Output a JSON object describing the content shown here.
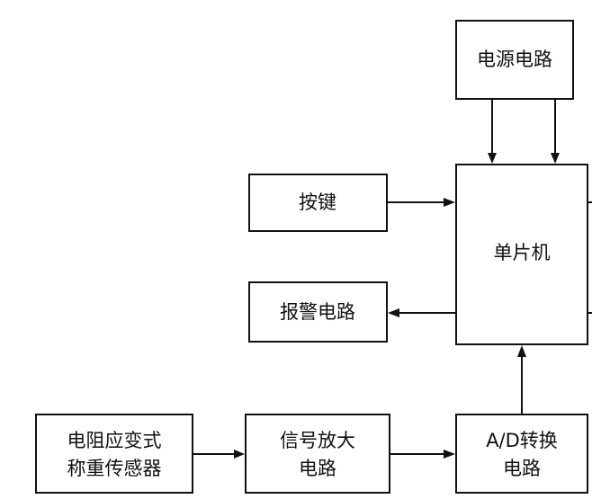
{
  "blocks": {
    "power": {
      "label": "电源电路"
    },
    "mcu": {
      "label": "单片机"
    },
    "keys": {
      "label": "按键"
    },
    "alarm": {
      "label": "报警电路"
    },
    "sensor": {
      "line1": "电阻应变式",
      "line2": "称重传感器"
    },
    "amplifier": {
      "line1": "信号放大",
      "line2": "电路"
    },
    "adc": {
      "line1": "A/D转换",
      "line2": "电路"
    }
  },
  "connections": [
    {
      "from": "power",
      "to": "mcu"
    },
    {
      "from": "power",
      "to": "mcu"
    },
    {
      "from": "keys",
      "to": "mcu"
    },
    {
      "from": "mcu",
      "to": "alarm"
    },
    {
      "from": "sensor",
      "to": "amplifier"
    },
    {
      "from": "amplifier",
      "to": "adc"
    },
    {
      "from": "adc",
      "to": "mcu"
    }
  ]
}
